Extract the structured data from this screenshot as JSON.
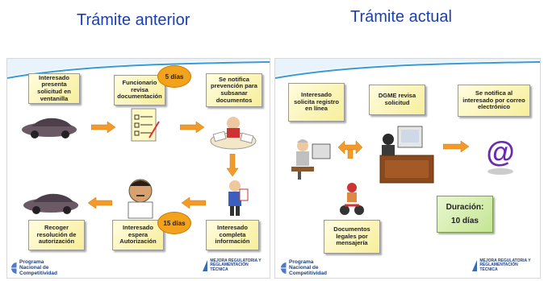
{
  "headings": {
    "left": "Trámite anterior",
    "right": "Trámite actual"
  },
  "left_panel": {
    "step1": "Interesado presenta solicitud en ventanilla",
    "step2": "Funcionario revisa documentación",
    "badge1": "5 días",
    "step3": "Se notifica prevención para subsanar documentos",
    "step4": "Interesado completa información",
    "step5": "Interesado espera Autorización",
    "badge2": "15 días",
    "step6": "Recoger resolución de autorización",
    "logo_left": "Programa Nacional de Competitividad",
    "logo_right": "MEJORA REGULATORIA Y REGLAMENTACIÓN TÉCNICA"
  },
  "right_panel": {
    "step1": "Interesado solicita registro en línea",
    "step2": "DGME revisa solicitud",
    "step3": "Se notifica al interesado por correo electrónico",
    "step4": "Documentos legales por mensajería",
    "duration_label": "Duración:",
    "duration_value": "10 días",
    "logo_left": "Programa Nacional de Competitividad",
    "logo_right": "MEJORA REGULATORIA Y REGLAMENTACIÓN TÉCNICA"
  },
  "colors": {
    "heading": "#1a3fb0",
    "arrow": "#f39a2a",
    "note": "#f7ee9a",
    "badge": "#f3a21c",
    "duration_box": "#c4e593"
  }
}
